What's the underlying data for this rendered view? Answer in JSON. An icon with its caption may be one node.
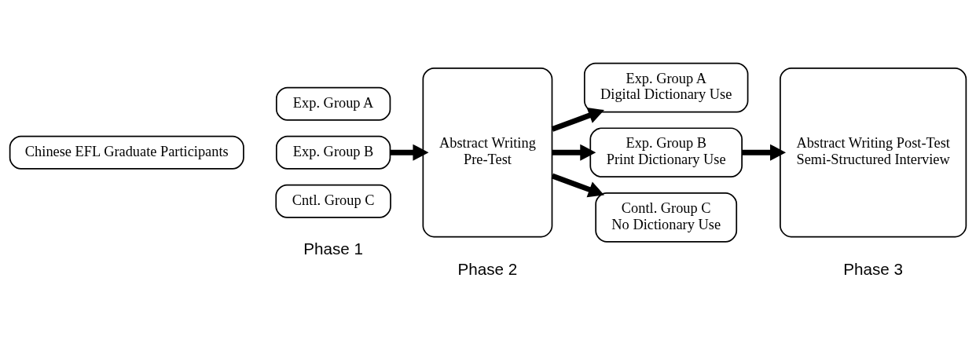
{
  "diagram": {
    "nodes": [
      {
        "text": [
          "Chinese EFL Graduate Participants"
        ]
      },
      {
        "text": [
          "Exp. Group A"
        ]
      },
      {
        "text": [
          "Exp. Group B"
        ]
      },
      {
        "text": [
          "Cntl. Group C"
        ]
      },
      {
        "text": [
          "Abstract Writing",
          "Pre-Test"
        ]
      },
      {
        "text": [
          "Exp. Group A",
          "Digital Dictionary Use"
        ]
      },
      {
        "text": [
          "Exp. Group B",
          "Print Dictionary Use"
        ]
      },
      {
        "text": [
          "Contl. Group C",
          "No Dictionary Use"
        ]
      },
      {
        "text": [
          "Abstract Writing Post-Test",
          "Semi-Structured Interview"
        ]
      }
    ],
    "edges": [
      {
        "from": 2,
        "to": 4,
        "arrow": "to"
      },
      {
        "from": 4,
        "to": 5,
        "arrow": "to"
      },
      {
        "from": 4,
        "to": 6,
        "arrow": "to"
      },
      {
        "from": 4,
        "to": 7,
        "arrow": "to"
      },
      {
        "from": 6,
        "to": 8,
        "arrow": "to"
      }
    ],
    "labels": [
      "Phase 1",
      "Phase 2",
      "Phase 3"
    ]
  }
}
